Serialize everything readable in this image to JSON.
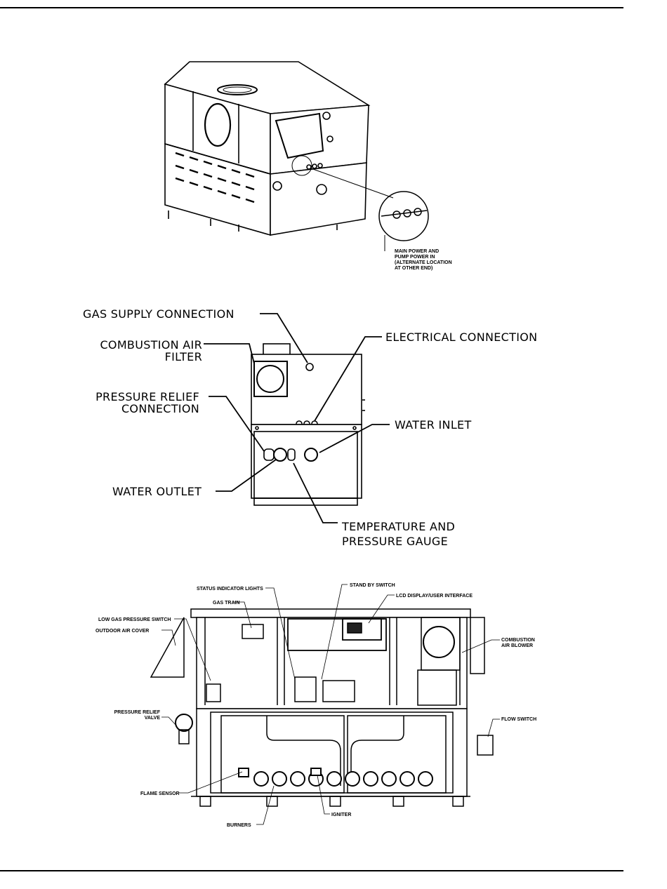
{
  "figure1": {
    "callout": [
      "MAIN POWER AND",
      "PUMP POWER IN",
      "(ALTERNATE LOCATION",
      "AT OTHER END)"
    ]
  },
  "figure2": {
    "gas_supply": "GAS SUPPLY CONNECTION",
    "combustion_air": [
      "COMBUSTION AIR",
      "FILTER"
    ],
    "electrical": "ELECTRICAL CONNECTION",
    "pressure_relief": [
      "PRESSURE RELIEF",
      "CONNECTION"
    ],
    "water_inlet": "WATER INLET",
    "water_outlet": "WATER OUTLET",
    "temp_pressure": [
      "TEMPERATURE AND",
      "PRESSURE GAUGE"
    ]
  },
  "figure3": {
    "status_lights": "STATUS INDICATOR LIGHTS",
    "stand_by": "STAND BY SWITCH",
    "lcd_display": "LCD DISPLAY/USER INTERFACE",
    "gas_train": "GAS TRAIN",
    "low_gas": "LOW GAS PRESSURE SWITCH",
    "outdoor_air": "OUTDOOR AIR COVER",
    "combustion_blower": [
      "COMBUSTION",
      "AIR BLOWER"
    ],
    "pressure_relief_valve": [
      "PRESSURE RELIEF",
      "VALVE"
    ],
    "flow_switch": "FLOW SWITCH",
    "flame_sensor": "FLAME SENSOR",
    "burners": "BURNERS",
    "igniter": "IGNITER"
  }
}
